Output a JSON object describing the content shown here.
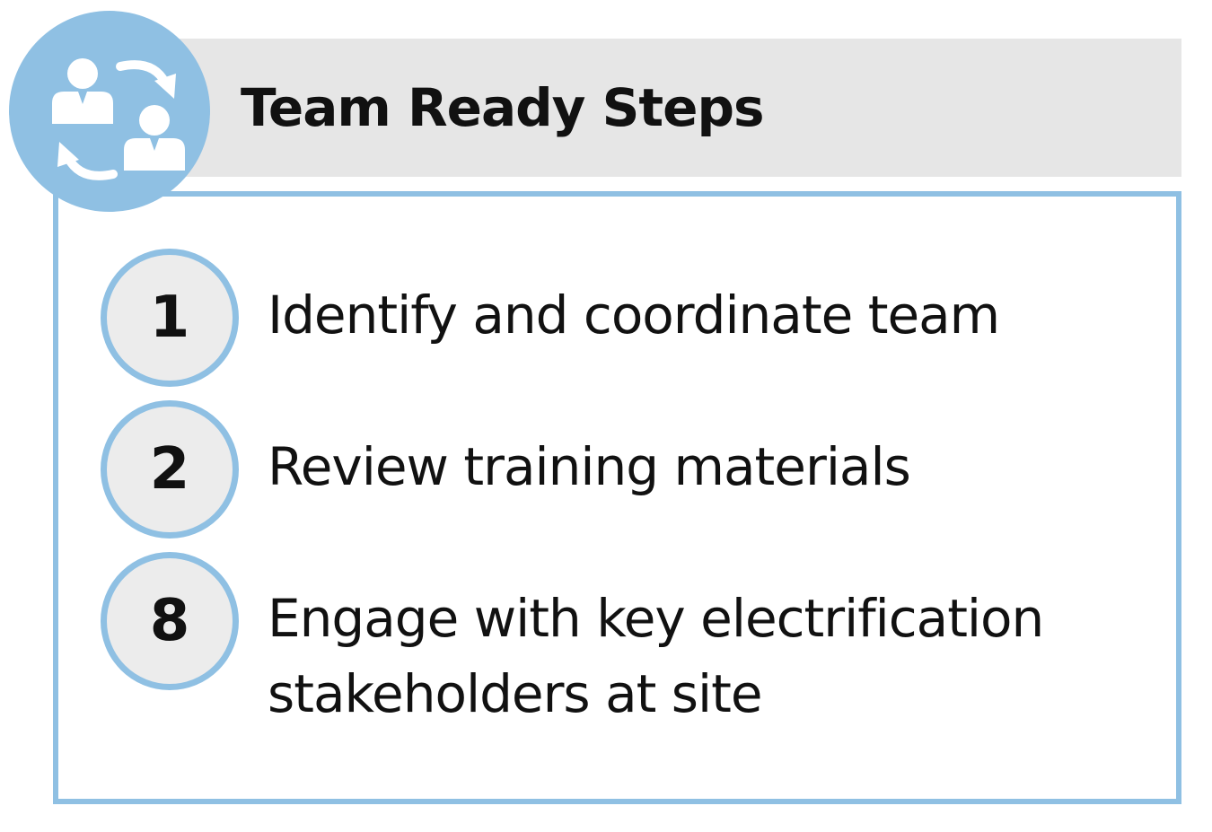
{
  "header": {
    "title": "Team Ready Steps",
    "icon": "team-exchange-icon"
  },
  "steps": [
    {
      "number": "1",
      "text": "Identify and coordinate team"
    },
    {
      "number": "2",
      "text": "Review training materials"
    },
    {
      "number": "8",
      "text": "Engage with key electrification stakeholders at site"
    }
  ],
  "colors": {
    "accent_blue": "#8fc0e3",
    "header_gray": "#e6e6e6",
    "circle_fill": "#ececec",
    "text": "#111111"
  }
}
